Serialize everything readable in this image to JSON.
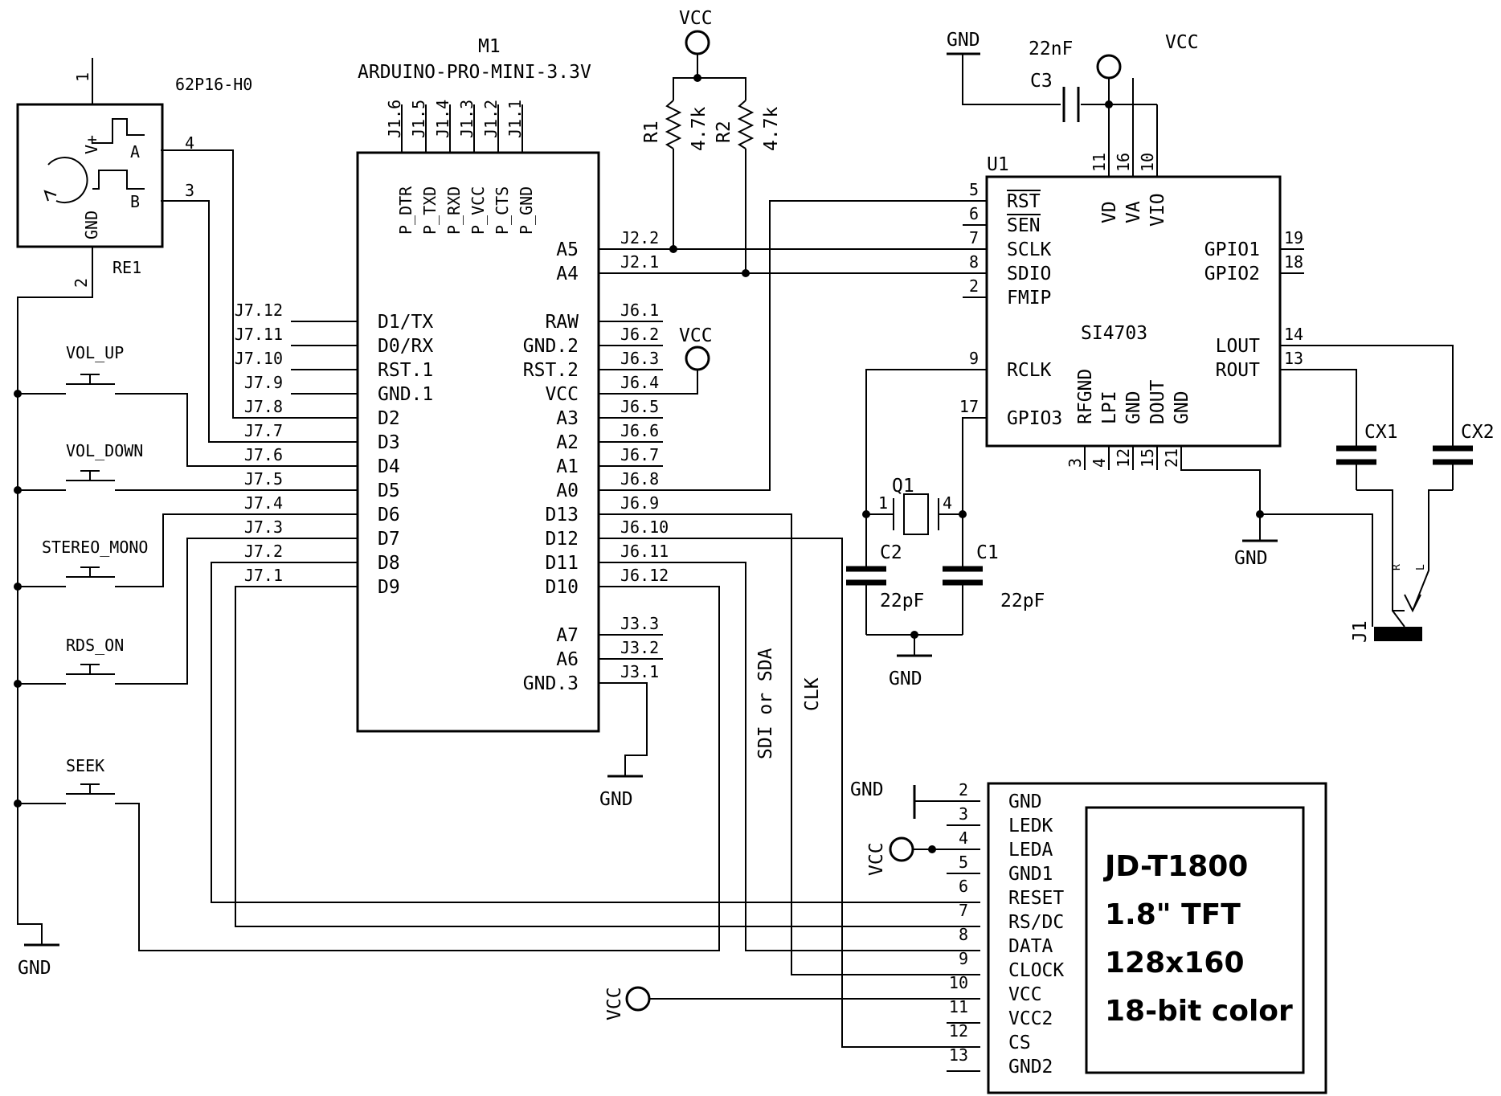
{
  "power": {
    "vcc": "VCC",
    "gnd": "GND"
  },
  "re1": {
    "ref": "RE1",
    "part": "62P16-H0",
    "pin1": "1",
    "pin2": "2",
    "pin3": "3",
    "pin4": "4",
    "v": "V+",
    "a": "A",
    "b": "B",
    "gnd": "GND"
  },
  "buttons": [
    "VOL_UP",
    "VOL_DOWN",
    "STEREO_MONO",
    "RDS_ON",
    "SEEK"
  ],
  "m1": {
    "ref": "M1",
    "part": "ARDUINO-PRO-MINI-3.3V",
    "top_pins": [
      "J1.6",
      "J1.5",
      "J1.4",
      "J1.3",
      "J1.2",
      "J1.1"
    ],
    "top_labels": [
      "P_DTR",
      "P_TXD",
      "P_RXD",
      "P_VCC",
      "P_CTS",
      "P_GND"
    ],
    "left": [
      {
        "pin": "J7.12",
        "label": "D1/TX"
      },
      {
        "pin": "J7.11",
        "label": "D0/RX"
      },
      {
        "pin": "J7.10",
        "label": "RST.1"
      },
      {
        "pin": "J7.9",
        "label": "GND.1"
      },
      {
        "pin": "J7.8",
        "label": "D2"
      },
      {
        "pin": "J7.7",
        "label": "D3"
      },
      {
        "pin": "J7.6",
        "label": "D4"
      },
      {
        "pin": "J7.5",
        "label": "D5"
      },
      {
        "pin": "J7.4",
        "label": "D6"
      },
      {
        "pin": "J7.3",
        "label": "D7"
      },
      {
        "pin": "J7.2",
        "label": "D8"
      },
      {
        "pin": "J7.1",
        "label": "D9"
      }
    ],
    "right_top": [
      {
        "pin": "J2.2",
        "label": "A5"
      },
      {
        "pin": "J2.1",
        "label": "A4"
      }
    ],
    "right": [
      {
        "pin": "J6.1",
        "label": "RAW"
      },
      {
        "pin": "J6.2",
        "label": "GND.2"
      },
      {
        "pin": "J6.3",
        "label": "RST.2"
      },
      {
        "pin": "J6.4",
        "label": "VCC"
      },
      {
        "pin": "J6.5",
        "label": "A3"
      },
      {
        "pin": "J6.6",
        "label": "A2"
      },
      {
        "pin": "J6.7",
        "label": "A1"
      },
      {
        "pin": "J6.8",
        "label": "A0"
      },
      {
        "pin": "J6.9",
        "label": "D13"
      },
      {
        "pin": "J6.10",
        "label": "D12"
      },
      {
        "pin": "J6.11",
        "label": "D11"
      },
      {
        "pin": "J6.12",
        "label": "D10"
      }
    ],
    "right_bottom": [
      {
        "pin": "J3.3",
        "label": "A7"
      },
      {
        "pin": "J3.2",
        "label": "A6"
      },
      {
        "pin": "J3.1",
        "label": "GND.3"
      }
    ]
  },
  "resistors": [
    {
      "ref": "R1",
      "value": "4.7k"
    },
    {
      "ref": "R2",
      "value": "4.7k"
    }
  ],
  "c3": {
    "ref": "C3",
    "value": "22nF"
  },
  "u1": {
    "ref": "U1",
    "part": "SI4703",
    "left": [
      {
        "pin": "5",
        "label": "RST"
      },
      {
        "pin": "6",
        "label": "SEN"
      },
      {
        "pin": "7",
        "label": "SCLK"
      },
      {
        "pin": "8",
        "label": "SDIO"
      },
      {
        "pin": "2",
        "label": "FMIP"
      },
      {
        "pin": "9",
        "label": "RCLK"
      },
      {
        "pin": "17",
        "label": "GPIO3"
      }
    ],
    "top": [
      {
        "pin": "11",
        "label": "VD"
      },
      {
        "pin": "16",
        "label": "VA"
      },
      {
        "pin": "10",
        "label": "VIO"
      }
    ],
    "right": [
      {
        "pin": "19",
        "label": "GPIO1"
      },
      {
        "pin": "18",
        "label": "GPIO2"
      },
      {
        "pin": "14",
        "label": "LOUT"
      },
      {
        "pin": "13",
        "label": "ROUT"
      }
    ],
    "bottom": [
      {
        "pin": "3",
        "label": "RFGND"
      },
      {
        "pin": "4",
        "label": "LPI"
      },
      {
        "pin": "12",
        "label": "GND"
      },
      {
        "pin": "15",
        "label": "DOUT"
      },
      {
        "pin": "21",
        "label": "GND"
      }
    ]
  },
  "q1": {
    "ref": "Q1",
    "pin1": "1",
    "pin4": "4"
  },
  "c1": {
    "ref": "C1",
    "value": "22pF"
  },
  "c2": {
    "ref": "C2",
    "value": "22pF"
  },
  "cx1": {
    "ref": "CX1"
  },
  "cx2": {
    "ref": "CX2"
  },
  "j1": {
    "ref": "J1",
    "r": "R",
    "l": "L"
  },
  "bus_labels": {
    "sdi": "SDI or SDA",
    "clk": "CLK"
  },
  "tft": {
    "pins": [
      {
        "pin": "2",
        "label": "GND"
      },
      {
        "pin": "3",
        "label": "LEDK"
      },
      {
        "pin": "4",
        "label": "LEDA"
      },
      {
        "pin": "5",
        "label": "GND1"
      },
      {
        "pin": "6",
        "label": "RESET"
      },
      {
        "pin": "7",
        "label": "RS/DC"
      },
      {
        "pin": "8",
        "label": "DATA"
      },
      {
        "pin": "9",
        "label": "CLOCK"
      },
      {
        "pin": "10",
        "label": "VCC"
      },
      {
        "pin": "11",
        "label": "VCC2"
      },
      {
        "pin": "12",
        "label": "CS"
      },
      {
        "pin": "13",
        "label": "GND2"
      }
    ],
    "desc": [
      "JD-T1800",
      "1.8\" TFT",
      "128x160",
      "18-bit color"
    ]
  }
}
